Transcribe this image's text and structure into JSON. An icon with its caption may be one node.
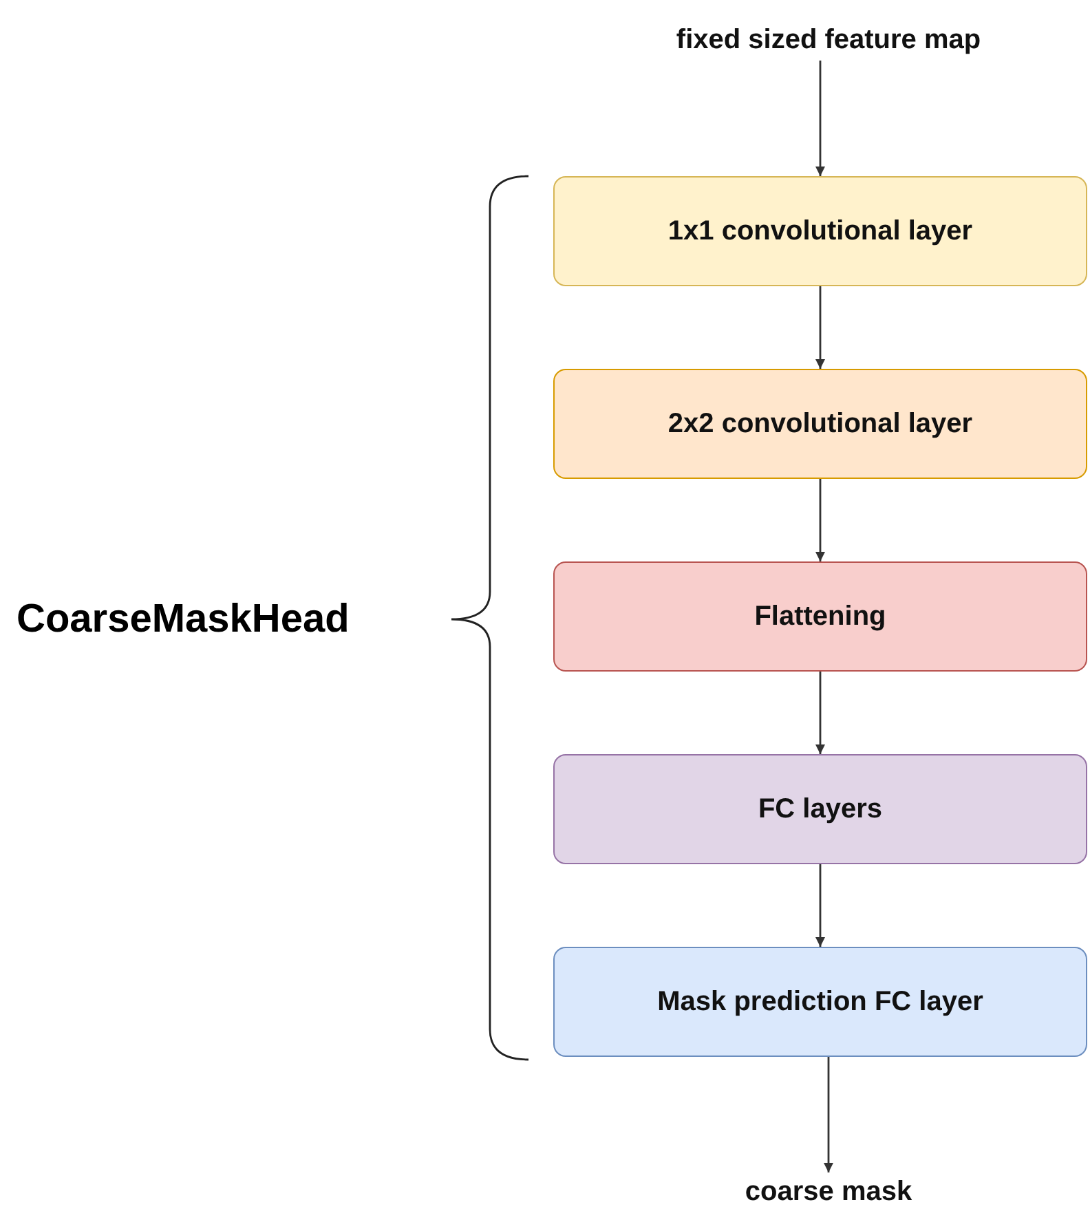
{
  "diagram": {
    "nodes": [
      {
        "text": [
          "fixed sized feature map"
        ]
      },
      {
        "text": [
          "1x1 convolutional layer"
        ]
      },
      {
        "text": [
          "2x2 convolutional layer"
        ]
      },
      {
        "text": [
          "Flattening"
        ]
      },
      {
        "text": [
          "FC layers"
        ]
      },
      {
        "text": [
          "Mask prediction FC layer"
        ]
      },
      {
        "text": [
          "coarse mask"
        ]
      }
    ],
    "edges": [
      {
        "from": 0,
        "to": 1,
        "arrow": "to"
      },
      {
        "from": 1,
        "to": 2,
        "arrow": "to"
      },
      {
        "from": 2,
        "to": 3,
        "arrow": "to"
      },
      {
        "from": 3,
        "to": 4,
        "arrow": "to"
      },
      {
        "from": 4,
        "to": 5,
        "arrow": "to"
      },
      {
        "from": 5,
        "to": 6,
        "arrow": "to"
      }
    ],
    "labels": [
      "CoarseMaskHead"
    ]
  }
}
